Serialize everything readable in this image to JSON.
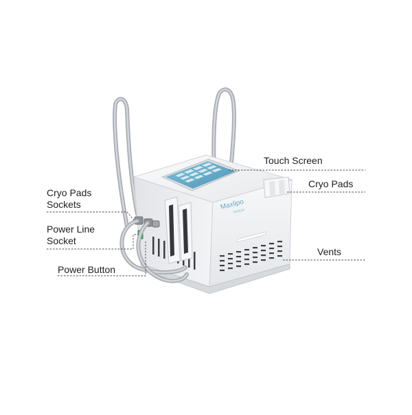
{
  "labels": {
    "touch_screen": "Touch Screen",
    "cryo_pads": "Cryo Pads",
    "cryo_pads_sockets_line1": "Cryo Pads",
    "cryo_pads_sockets_line2": "Sockets",
    "power_line_socket_line1": "Power Line",
    "power_line_socket_line2": "Socket",
    "power_button": "Power Button",
    "vents": "Vents"
  },
  "device": {
    "brand_text": "Maxlipo",
    "brand_subtext": "Vertical"
  },
  "colors": {
    "background": "#ffffff",
    "body": "#f1f2f4",
    "screen": "#5fa9c7",
    "power_button": "#2fb34a",
    "hose": "#b9bcc1",
    "leader_line": "#444444"
  }
}
